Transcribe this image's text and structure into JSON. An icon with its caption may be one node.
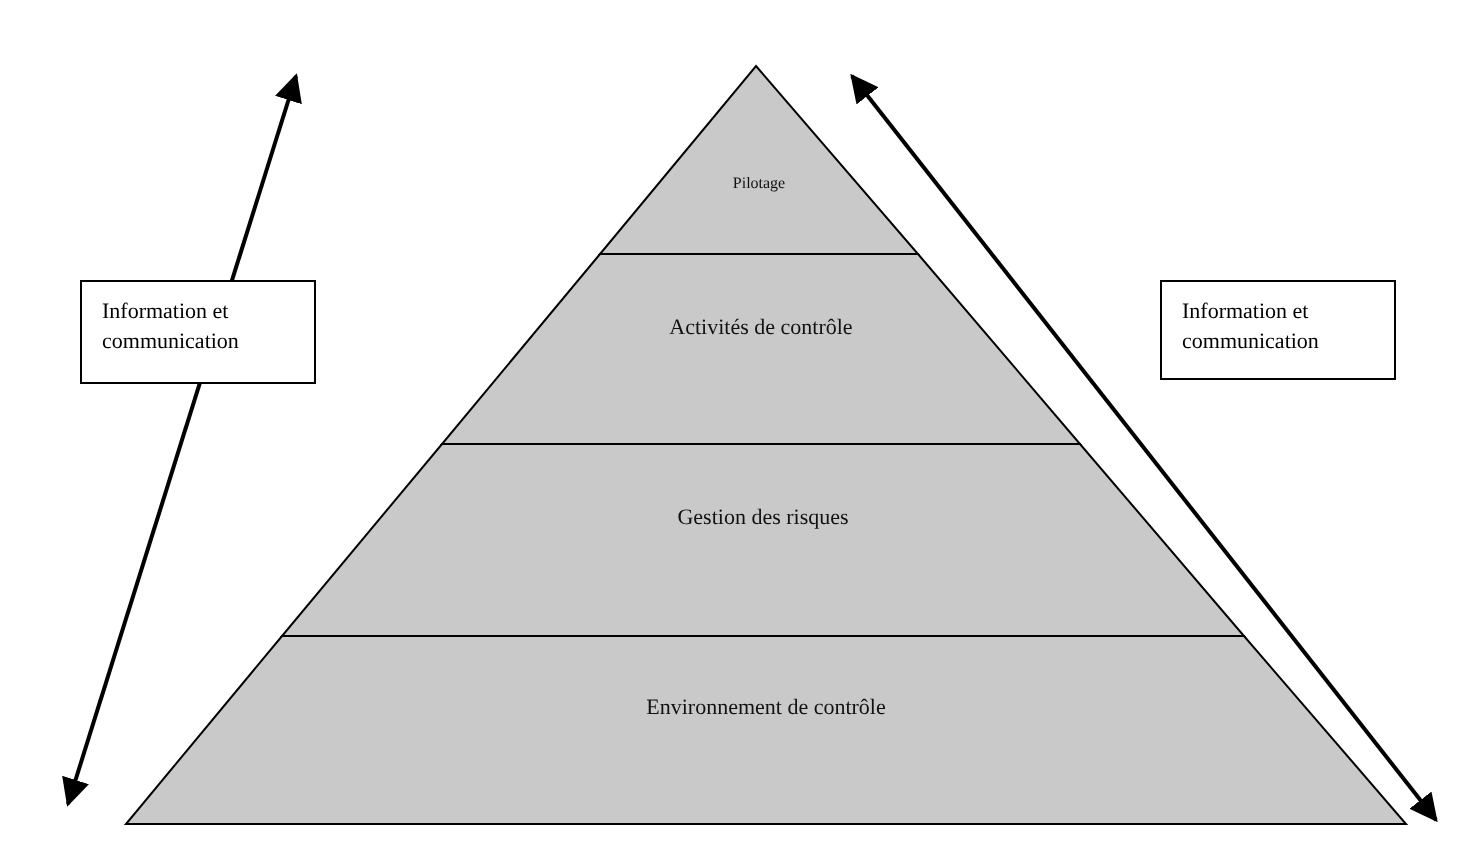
{
  "diagram": {
    "nodes": [
      {
        "text": [
          "Pilotage"
        ]
      },
      {
        "text": [
          "Activités de contrôle"
        ]
      },
      {
        "text": [
          "Gestion des risques"
        ]
      },
      {
        "text": [
          "Environnement de contrôle"
        ]
      },
      {
        "text": [
          "Information et communication"
        ]
      },
      {
        "text": [
          "Information et communication"
        ]
      }
    ]
  }
}
